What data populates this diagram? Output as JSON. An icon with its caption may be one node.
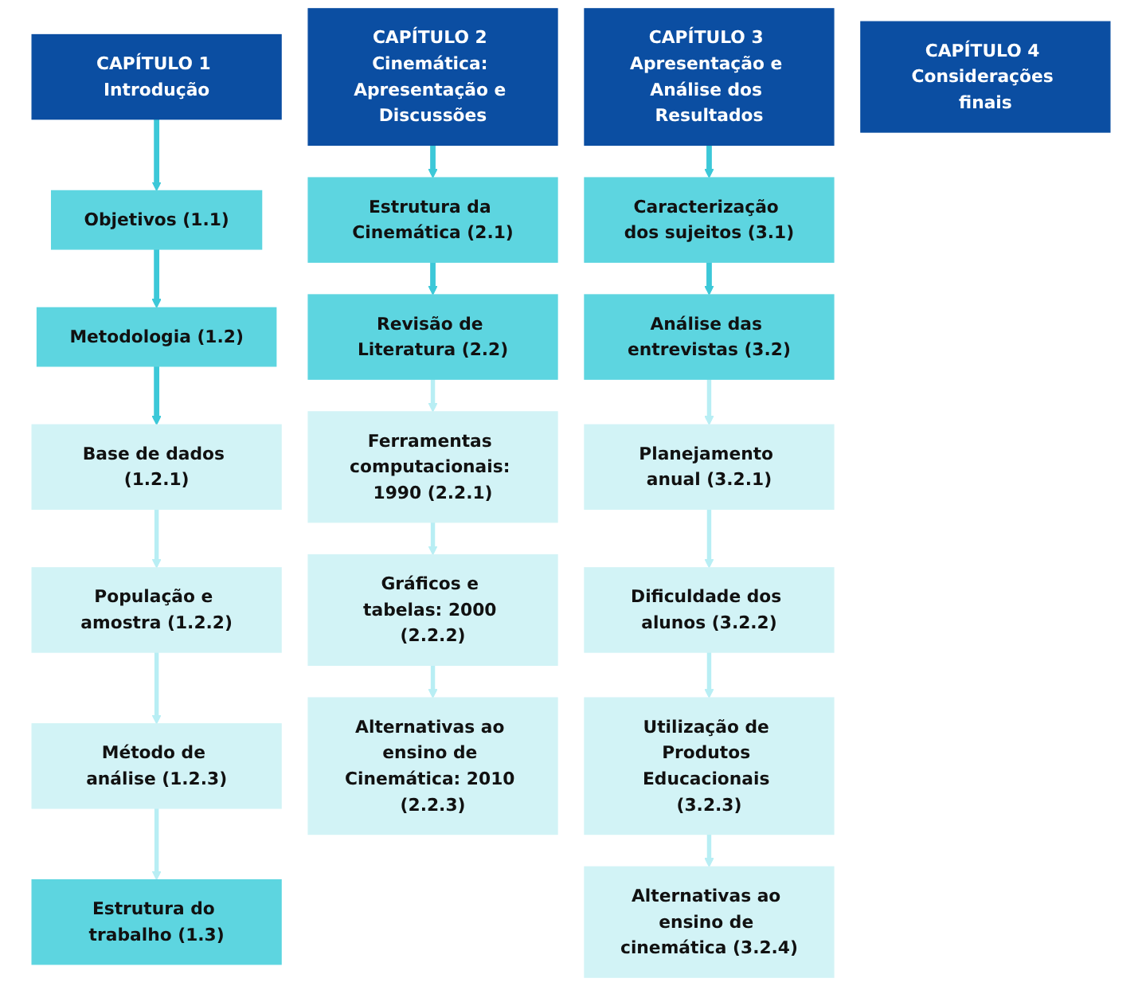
{
  "diagram": {
    "nodes": [
      {
        "text": [
          "CAPÍTULO 1 Introdução"
        ]
      },
      {
        "text": [
          "Objetivos (1.1)"
        ]
      },
      {
        "text": [
          "Metodologia (1.2)"
        ]
      },
      {
        "text": [
          "Base de dados (1.2.1)"
        ]
      },
      {
        "text": [
          "População e amostra (1.2.2)"
        ]
      },
      {
        "text": [
          "Método de análise (1.2.3)"
        ]
      },
      {
        "text": [
          "Estrutura do trabalho (1.3)"
        ]
      },
      {
        "text": [
          "CAPÍTULO 2 Cinemática: Apresentação e Discussões"
        ]
      },
      {
        "text": [
          "Estrutura da Cinemática (2.1)"
        ]
      },
      {
        "text": [
          "Revisão de Literatura (2.2)"
        ]
      },
      {
        "text": [
          "Ferramentas computacionais: 1990 (2.2.1)"
        ]
      },
      {
        "text": [
          "Gráficos e tabelas: 2000 (2.2.2)"
        ]
      },
      {
        "text": [
          "Alternativas ao ensino de Cinemática: 2010 (2.2.3)"
        ]
      },
      {
        "text": [
          "CAPÍTULO 3 Apresentação e Análise dos Resultados"
        ]
      },
      {
        "text": [
          "Caracterização dos sujeitos (3.1)"
        ]
      },
      {
        "text": [
          "Análise das entrevistas (3.2)"
        ]
      },
      {
        "text": [
          "Planejamento anual (3.2.1)"
        ]
      },
      {
        "text": [
          "Dificuldade dos alunos (3.2.2)"
        ]
      },
      {
        "text": [
          "Utilização de Produtos Educacionais (3.2.3)"
        ]
      },
      {
        "text": [
          "Alternativas ao ensino de cinemática (3.2.4)"
        ]
      },
      {
        "text": [
          "CAPÍTULO 4 Considerações finais"
        ]
      }
    ],
    "edges": [
      {
        "from": 0,
        "to": 1,
        "arrow": "to",
        "color": "#3cc8d8"
      },
      {
        "from": 1,
        "to": 2,
        "arrow": "to",
        "color": "#3cc8d8"
      },
      {
        "from": 2,
        "to": 3,
        "arrow": "to",
        "color": "#3cc8d8"
      },
      {
        "from": 3,
        "to": 4,
        "arrow": "to"
      },
      {
        "from": 4,
        "to": 5,
        "arrow": "to"
      },
      {
        "from": 5,
        "to": 6,
        "arrow": "to"
      },
      {
        "from": 7,
        "to": 8,
        "arrow": "to",
        "color": "#3cc8d8"
      },
      {
        "from": 8,
        "to": 9,
        "arrow": "to",
        "color": "#3cc8d8"
      },
      {
        "from": 9,
        "to": 10,
        "arrow": "to"
      },
      {
        "from": 10,
        "to": 11,
        "arrow": "to"
      },
      {
        "from": 11,
        "to": 12,
        "arrow": "to"
      },
      {
        "from": 13,
        "to": 14,
        "arrow": "to",
        "color": "#3cc8d8"
      },
      {
        "from": 14,
        "to": 15,
        "arrow": "to",
        "color": "#3cc8d8"
      },
      {
        "from": 15,
        "to": 16,
        "arrow": "to"
      },
      {
        "from": 16,
        "to": 17,
        "arrow": "to"
      },
      {
        "from": 17,
        "to": 18,
        "arrow": "to"
      },
      {
        "from": 18,
        "to": 19,
        "arrow": "to"
      }
    ]
  }
}
